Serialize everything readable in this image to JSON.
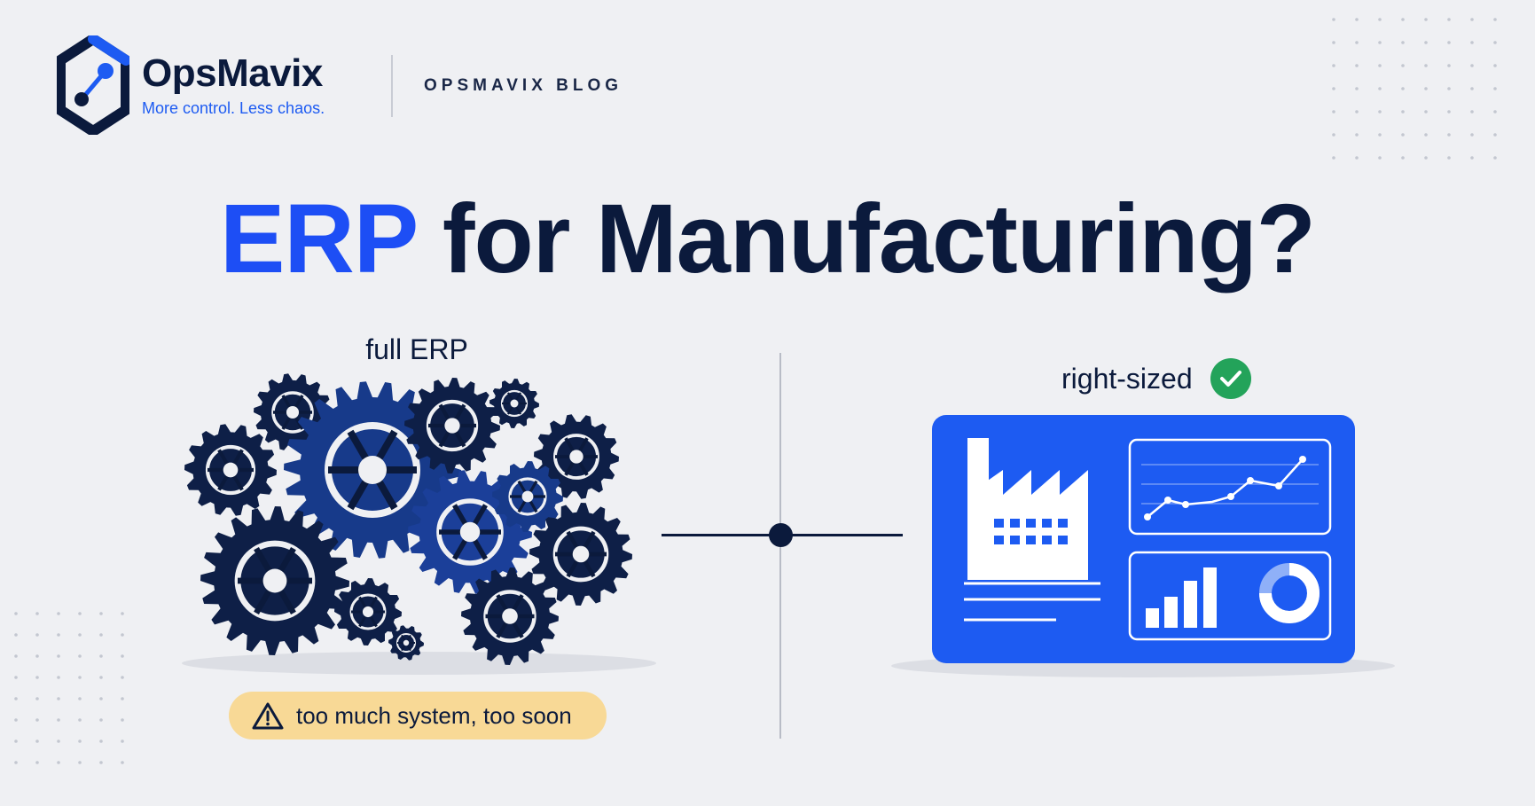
{
  "brand": {
    "name": "OpsMavix",
    "tagline": "More control. Less chaos.",
    "logo_icon": "hexagon-network-icon",
    "section_label": "OPSMAVIX BLOG"
  },
  "headline": {
    "accent": "ERP",
    "rest": "for Manufacturing?"
  },
  "left_panel": {
    "label": "full ERP",
    "illustration": "gears-cluster-icon",
    "warning": {
      "icon": "warning-triangle-icon",
      "text": "too much system, too soon"
    }
  },
  "right_panel": {
    "label": "right-sized",
    "status_icon": "check-circle-icon",
    "illustration": "factory-dashboard-icon"
  },
  "colors": {
    "background": "#eff0f3",
    "navy": "#0b1a3c",
    "accent_blue": "#1d4ef5",
    "dashboard_blue": "#1d5bf2",
    "success_green": "#23a35a",
    "warning_pill": "#f8d996"
  }
}
